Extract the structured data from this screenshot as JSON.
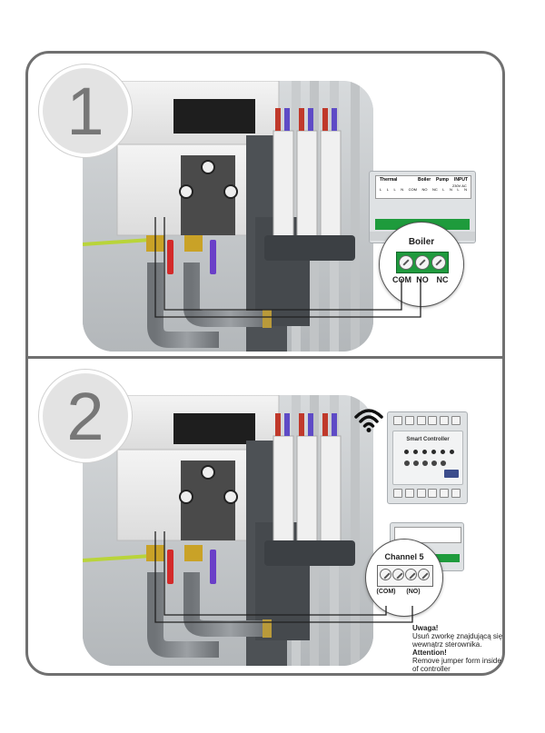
{
  "steps": [
    {
      "number": "1",
      "device_labels": [
        "Thermal",
        "Boiler",
        "Pump",
        "INPUT",
        "230V AC"
      ],
      "device_terminals": [
        "L",
        "L",
        "L",
        "N",
        "COM",
        "NO",
        "NC",
        "L",
        "N",
        "L",
        "N"
      ],
      "magnifier": {
        "title": "Boiler",
        "terminals": [
          "COM",
          "NO",
          "NC"
        ]
      }
    },
    {
      "number": "2",
      "controller_name": "Smart Controller",
      "magnifier": {
        "title": "Channel 5",
        "terminals": [
          "(COM)",
          "(NO)"
        ]
      },
      "note_pl_title": "Uwaga!",
      "note_pl_text_1": "Usuń zworkę znajdującą się",
      "note_pl_text_2": "wewnątrz sterownika.",
      "note_en_title": "Attention!",
      "note_en_text_1": "Remove jumper form inside",
      "note_en_text_2": "of controller"
    }
  ],
  "icons": [
    "wifi-icon"
  ],
  "colors": {
    "frame": "#707070",
    "terminal_green": "#1e9b3c",
    "pipe_red": "#d32a2a",
    "pipe_blue": "#6a3fc8",
    "cable_yellow_green": "#b9d43a"
  }
}
